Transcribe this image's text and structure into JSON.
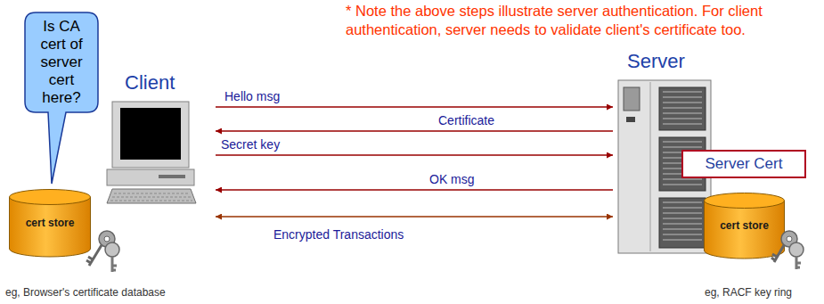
{
  "diagram": {
    "nodes": [
      {
        "text": [
          "Is CA cert of server cert here?"
        ]
      },
      {
        "text": [
          "Client"
        ]
      },
      {
        "text": [
          "cert store"
        ]
      },
      {
        "text": [
          "Server"
        ]
      },
      {
        "text": [
          "Server Cert"
        ]
      },
      {
        "text": [
          "cert store"
        ]
      }
    ],
    "edges": [
      {
        "from": 1,
        "to": 3,
        "arrow": "to",
        "label": "Hello msg"
      },
      {
        "from": 3,
        "to": 1,
        "arrow": "to",
        "label": "Certificate"
      },
      {
        "from": 1,
        "to": 3,
        "arrow": "to",
        "label": "Secret key"
      },
      {
        "from": 3,
        "to": 1,
        "arrow": "to",
        "label": "OK msg"
      },
      {
        "from": 1,
        "to": 3,
        "arrow": "both",
        "label": "Encrypted Transactions"
      }
    ],
    "labels": [
      "* Note the above steps illustrate server authentication. For client authentication, server needs to validate client's certificate too.",
      "eg, Browser's certificate database",
      "eg, RACF key ring"
    ]
  }
}
